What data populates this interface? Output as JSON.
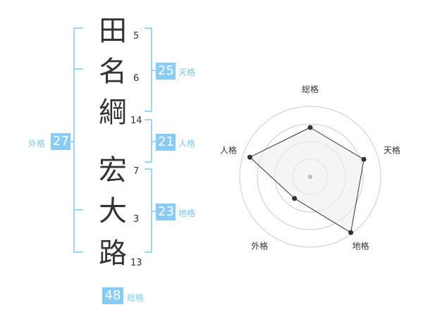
{
  "name": {
    "characters": [
      {
        "char": "田",
        "strokes": "5"
      },
      {
        "char": "名",
        "strokes": "6"
      },
      {
        "char": "綱",
        "strokes": "14"
      },
      {
        "char": "宏",
        "strokes": "7"
      },
      {
        "char": "大",
        "strokes": "3"
      },
      {
        "char": "路",
        "strokes": "13"
      }
    ]
  },
  "fortunes": {
    "tenkaku": {
      "value": "25",
      "label": "天格"
    },
    "jinkaku": {
      "value": "21",
      "label": "人格"
    },
    "chikaku": {
      "value": "23",
      "label": "地格"
    },
    "gaikaku": {
      "value": "27",
      "label": "外格"
    },
    "soukaku": {
      "value": "48",
      "label": "総格"
    }
  },
  "radar": {
    "axes": [
      "総格",
      "天格",
      "地格",
      "外格",
      "人格"
    ],
    "levels": 4,
    "values": [
      0.7,
      0.8,
      0.98,
      0.38,
      0.9
    ],
    "colors": {
      "grid": "#cccccc",
      "fill": "#eeeeee",
      "line": "#333333",
      "point": "#333333",
      "center": "#bbbbbb"
    }
  },
  "colors": {
    "bracket": "#7cc7f3",
    "badge_bg": "#86ccf6",
    "badge_text": "#ffffff"
  }
}
